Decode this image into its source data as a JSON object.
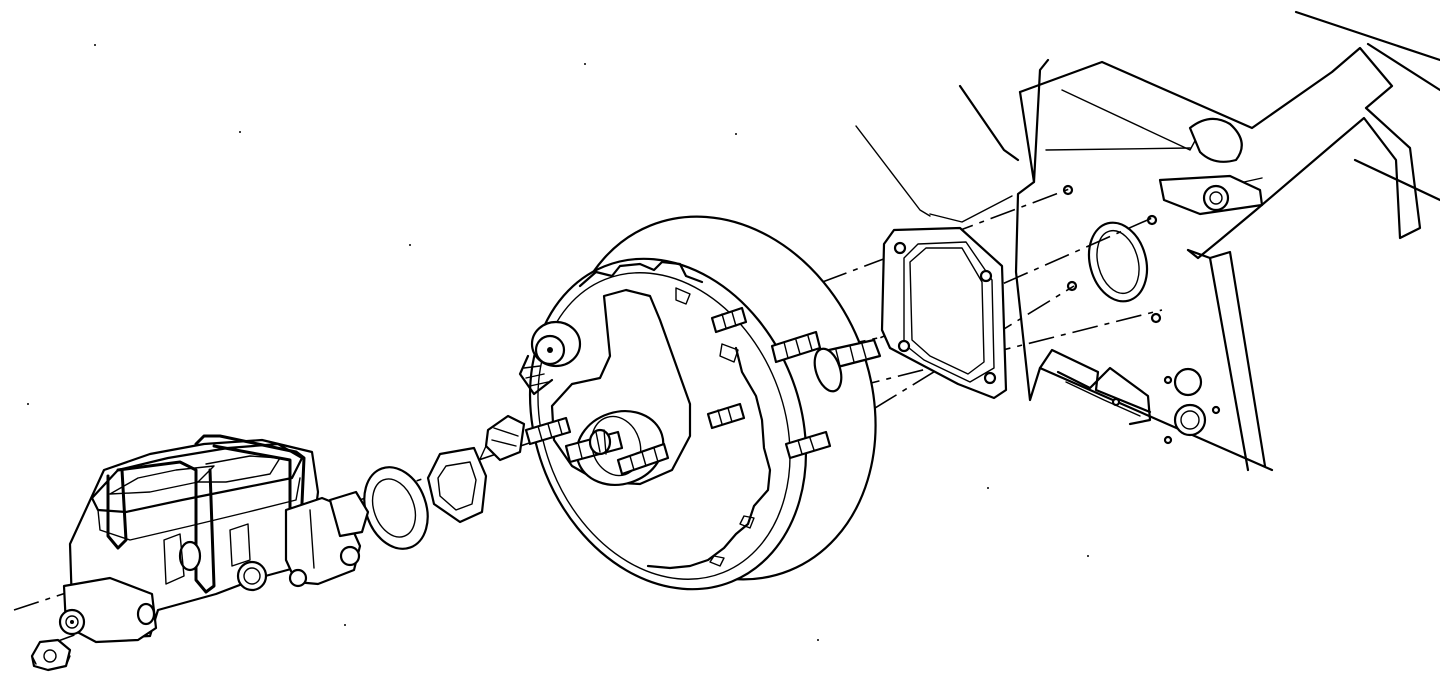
{
  "diagram": {
    "components": [
      {
        "id": "mounting-nut",
        "icon": "hex-nut-icon"
      },
      {
        "id": "master-cylinder",
        "icon": "master-cylinder-icon"
      },
      {
        "id": "seal",
        "icon": "o-ring-icon"
      },
      {
        "id": "spacer",
        "icon": "spacer-ring-icon"
      },
      {
        "id": "check-valve",
        "icon": "check-valve-icon"
      },
      {
        "id": "power-booster",
        "icon": "vacuum-booster-icon"
      },
      {
        "id": "gasket",
        "icon": "gasket-icon"
      },
      {
        "id": "dash-panel",
        "icon": "firewall-panel-icon"
      }
    ],
    "colors": {
      "line": "#000000",
      "background": "#ffffff"
    }
  }
}
